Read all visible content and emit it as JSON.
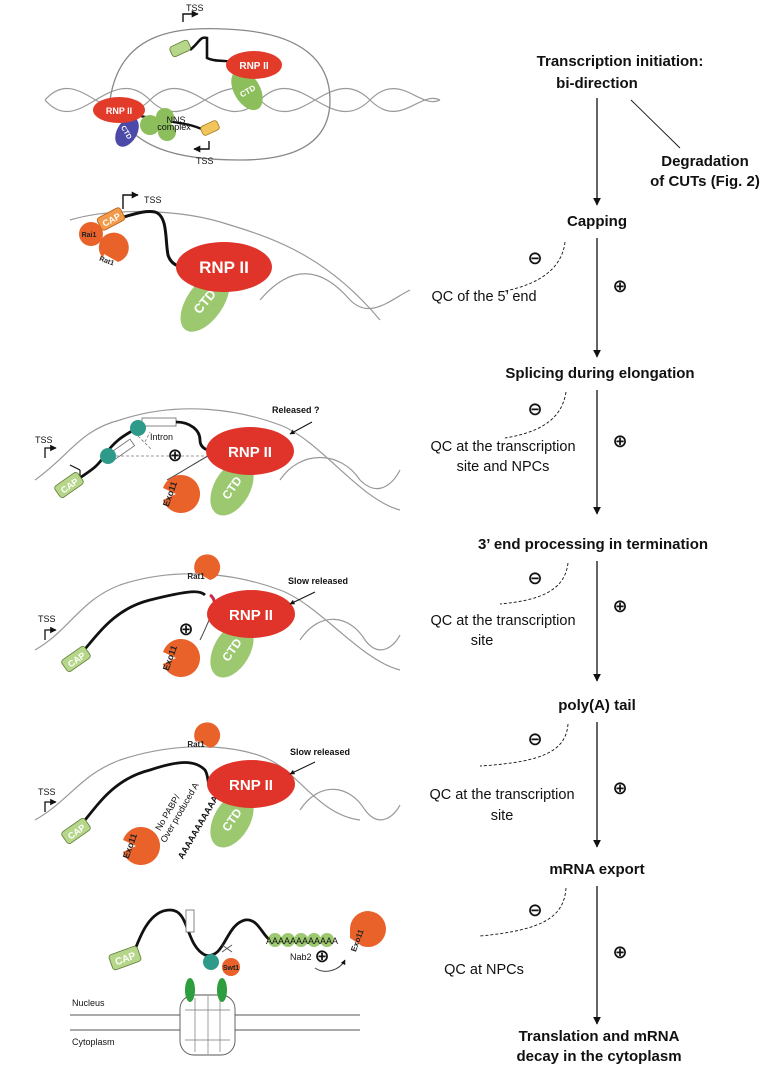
{
  "flow": {
    "steps": [
      "Transcription initiation:",
      "bi-direction",
      "Capping",
      "Splicing during elongation",
      "3’ end processing in termination",
      "poly(A) tail",
      "mRNA export",
      "Translation and mRNA",
      "decay in the cytoplasm"
    ],
    "degradation": [
      "Degradation",
      "of CUTs (Fig. 2)"
    ],
    "qc": [
      [
        "QC of the 5’ end"
      ],
      [
        "QC at the transcription",
        "site and NPCs"
      ],
      [
        "QC at the transcription",
        "site"
      ],
      [
        "QC at the transcription",
        "site"
      ],
      [
        "QC at NPCs"
      ]
    ],
    "minus_sign": "⊖",
    "plus_sign": "⊕"
  },
  "panels": {
    "tss": "TSS",
    "rnp": "RNP II",
    "ctd": "CTD",
    "nns": [
      "NNS",
      "complex"
    ],
    "cap": "CAP",
    "rat1": "Rat1",
    "rai1": "Rai1",
    "exo11": "Exo11",
    "intron": "Intron",
    "released_q": "Released ?",
    "slow_released": "Slow released",
    "no_pabp": [
      "No PABP/",
      "Over produced A"
    ],
    "polya_long": "AAAAAAAAAAAA",
    "polya_short": "AAAAAAAAAAAA",
    "nab2": "Nab2",
    "swt1": "Swt1",
    "nucleus": "Nucleus",
    "cytoplasm": "Cytoplasm"
  }
}
